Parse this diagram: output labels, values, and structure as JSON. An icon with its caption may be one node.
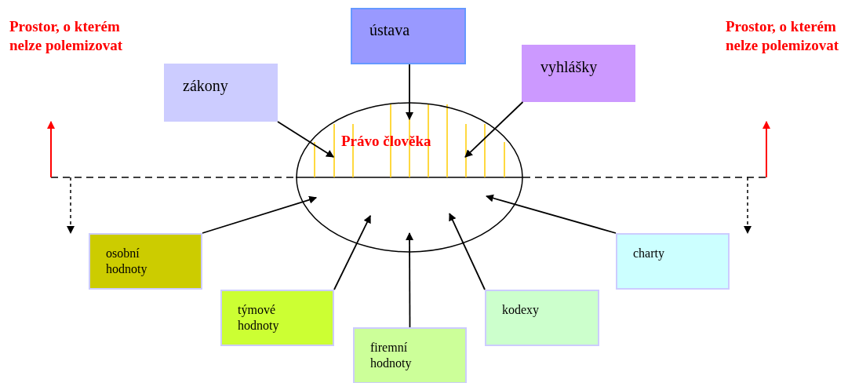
{
  "diagram": {
    "nodes": [
      {
        "text": [
          "ústava"
        ]
      },
      {
        "text": [
          "zákony"
        ]
      },
      {
        "text": [
          "vyhlášky"
        ]
      },
      {
        "text": [
          "Právo člověka"
        ]
      },
      {
        "text": [
          "osobní hodnoty"
        ]
      },
      {
        "text": [
          "charty"
        ]
      },
      {
        "text": [
          "týmové hodnoty"
        ]
      },
      {
        "text": [
          "kodexy"
        ]
      },
      {
        "text": [
          "firemní hodnoty"
        ]
      }
    ],
    "edges": [
      {
        "from": 0,
        "to": 3,
        "arrow": "to"
      },
      {
        "from": 1,
        "to": 3,
        "arrow": "to"
      },
      {
        "from": 2,
        "to": 3,
        "arrow": "to"
      },
      {
        "from": 4,
        "to": 3,
        "arrow": "to"
      },
      {
        "from": 5,
        "to": 3,
        "arrow": "to"
      },
      {
        "from": 6,
        "to": 3,
        "arrow": "to"
      },
      {
        "from": 7,
        "to": 3,
        "arrow": "to"
      },
      {
        "from": 8,
        "to": 3,
        "arrow": "to"
      }
    ],
    "labels": [
      "Prostor, o kterém nelze polemizovat",
      "Prostor, o kterém nelze polemizovat"
    ]
  }
}
